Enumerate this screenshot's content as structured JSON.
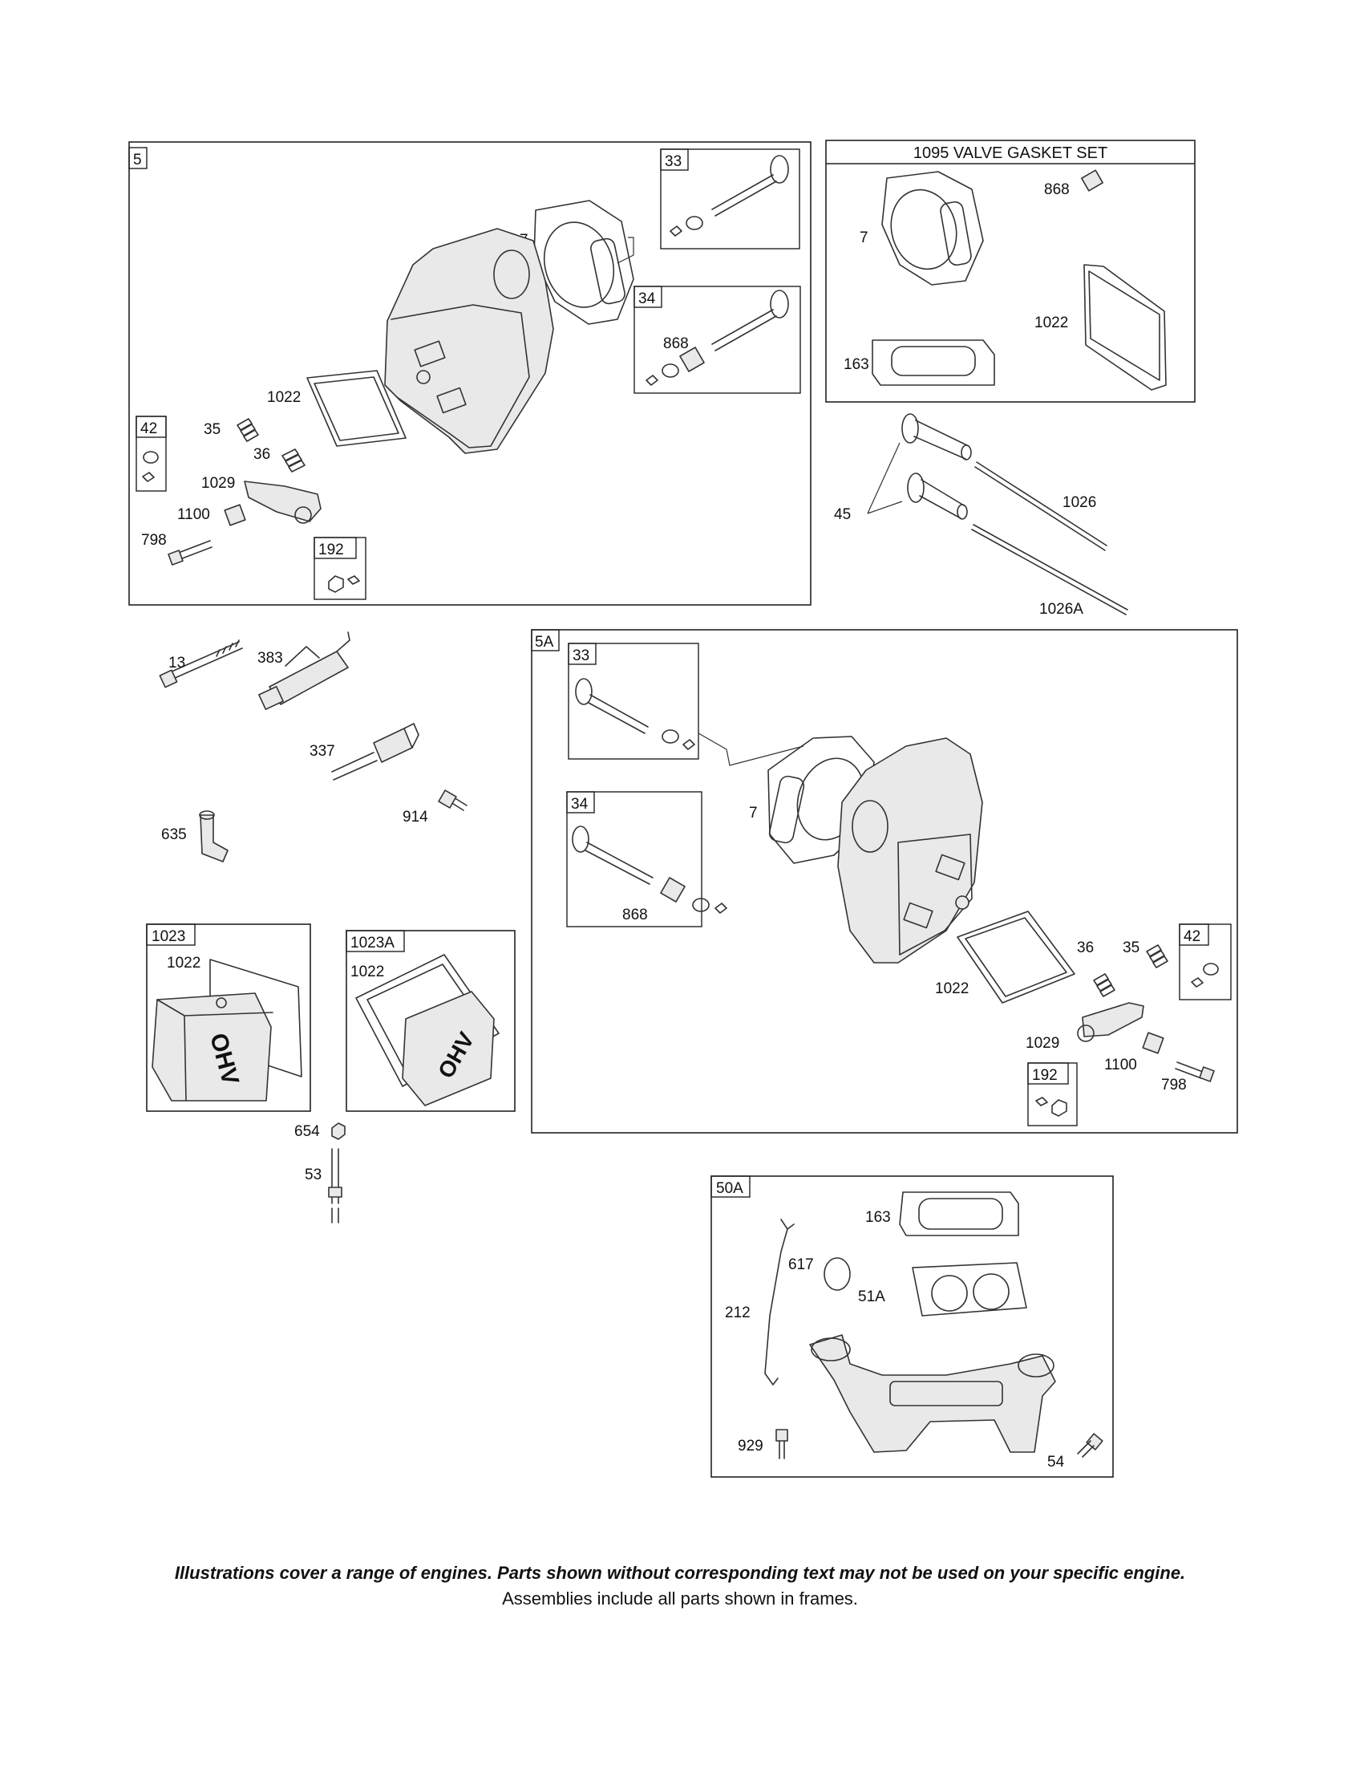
{
  "frames": {
    "f5": "5",
    "f33a": "33",
    "f34a": "34",
    "f42a": "42",
    "f192a": "192",
    "f1095": "1095 VALVE GASKET SET",
    "f5A": "5A",
    "f33b": "33",
    "f34b": "34",
    "f42b": "42",
    "f192b": "192",
    "f1023": "1023",
    "f1023A": "1023A",
    "f50A": "50A"
  },
  "labels": {
    "p7a": "7",
    "p868a": "868",
    "p1022a": "1022",
    "p35a": "35",
    "p36a": "36",
    "p1029a": "1029",
    "p1100a": "1100",
    "p798a": "798",
    "g868": "868",
    "g7": "7",
    "g1022": "1022",
    "g163": "163",
    "p45": "45",
    "p1026": "1026",
    "p1026A": "1026A",
    "p13": "13",
    "p383": "383",
    "p337": "337",
    "p914": "914",
    "p635": "635",
    "p7b": "7",
    "p868b": "868",
    "p1022b": "1022",
    "p36b": "36",
    "p35b": "35",
    "p1029b": "1029",
    "p1100b": "1100",
    "p798b": "798",
    "c1022a": "1022",
    "c1022b": "1022",
    "p654": "654",
    "p53": "53",
    "m163": "163",
    "m617": "617",
    "m51A": "51A",
    "m212": "212",
    "m929": "929",
    "m54": "54"
  },
  "cover_text": "OHV",
  "footer": {
    "disclaimer": "Illustrations cover a range of engines. Parts shown without corresponding text may not be used on your specific engine.",
    "note": "Assemblies include all parts shown in frames."
  }
}
